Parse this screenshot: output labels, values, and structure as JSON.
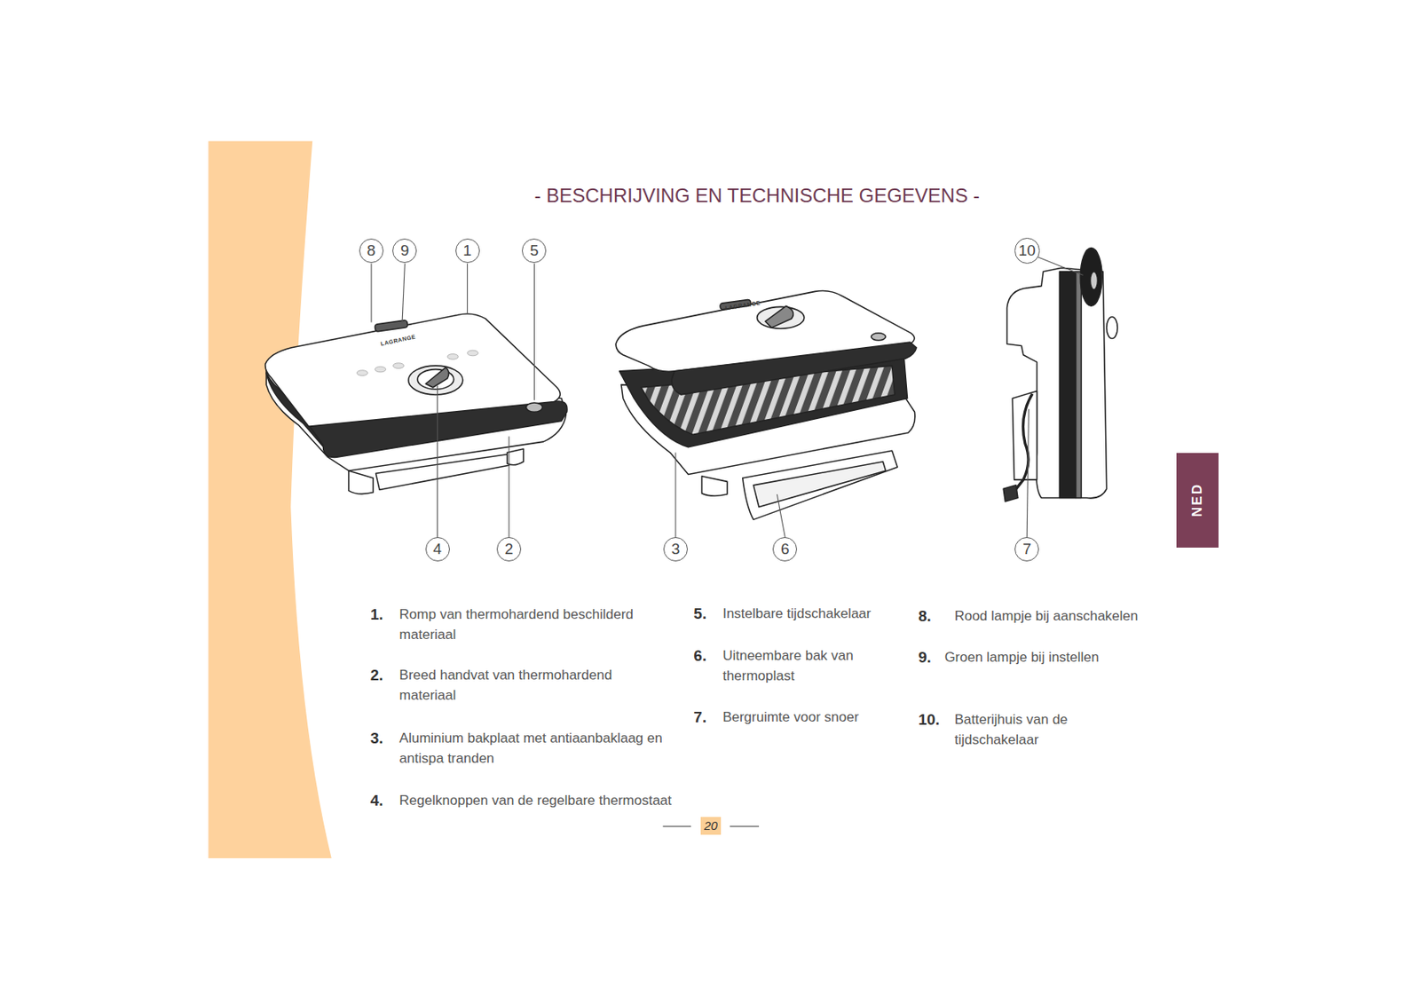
{
  "diagram": {
    "title": "- BESCHRIJVING EN TECHNISCHE GEGEVENS -",
    "nodes": [
      {
        "text": [
          "8"
        ]
      },
      {
        "text": [
          "9"
        ]
      },
      {
        "text": [
          "1"
        ]
      },
      {
        "text": [
          "5"
        ]
      },
      {
        "text": [
          "10"
        ]
      },
      {
        "text": [
          "4"
        ]
      },
      {
        "text": [
          "2"
        ]
      },
      {
        "text": [
          "3"
        ]
      },
      {
        "text": [
          "6"
        ]
      },
      {
        "text": [
          "7"
        ]
      },
      {
        "text": [
          "NED"
        ]
      },
      {
        "text": [
          "20"
        ]
      }
    ],
    "labels": [
      "1.",
      "Romp van thermohardend beschilderd materiaal",
      "2.",
      "Breed handvat van thermohardend materiaal",
      "3.",
      "Aluminium bakplaat met antiaanbaklaag en antispa tranden",
      "4.",
      "Regelknoppen van de regelbare thermostaat",
      "5.",
      "Instelbare tijdschakelaar",
      "6.",
      "Uitneembare bak van thermoplast",
      "7.",
      "Bergruimte voor snoer",
      "8.",
      "Rood lampje bij aanschakelen",
      "9.",
      "Groen lampje bij instellen",
      "10.",
      "Batterijhuis van de tijdschakelaar",
      "LAGRANGE",
      "LAGRANGE"
    ]
  }
}
